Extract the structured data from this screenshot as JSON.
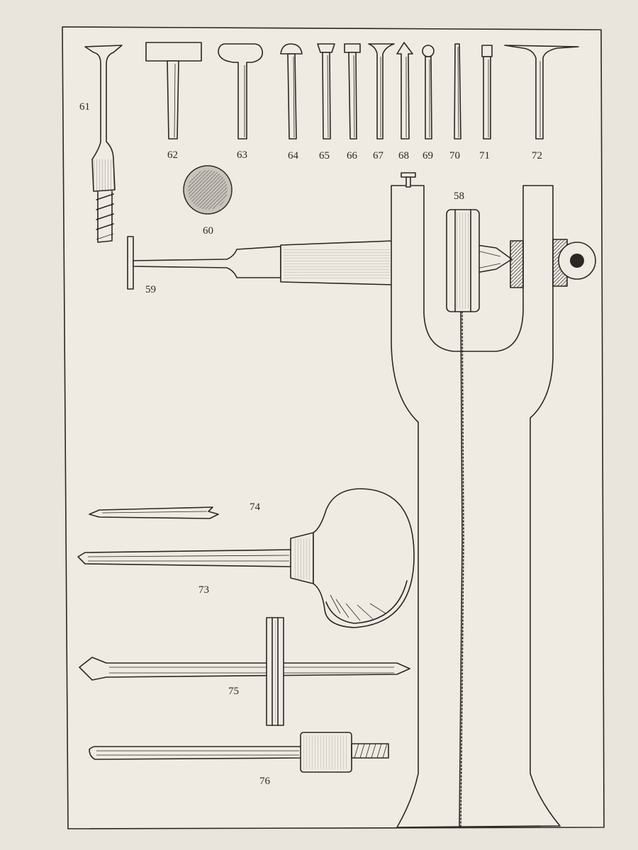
{
  "figure_labels": {
    "f58": "58",
    "f59": "59",
    "f60": "60",
    "f61": "61",
    "f62": "62",
    "f63": "63",
    "f64": "64",
    "f65": "65",
    "f66": "66",
    "f67": "67",
    "f68": "68",
    "f69": "69",
    "f70": "70",
    "f71": "71",
    "f72": "72",
    "f73": "73",
    "f74": "74",
    "f75": "75",
    "f76": "76"
  },
  "colors": {
    "paper": "#efebe3",
    "ink": "#2b2724",
    "margin": "#e9e4dc"
  }
}
